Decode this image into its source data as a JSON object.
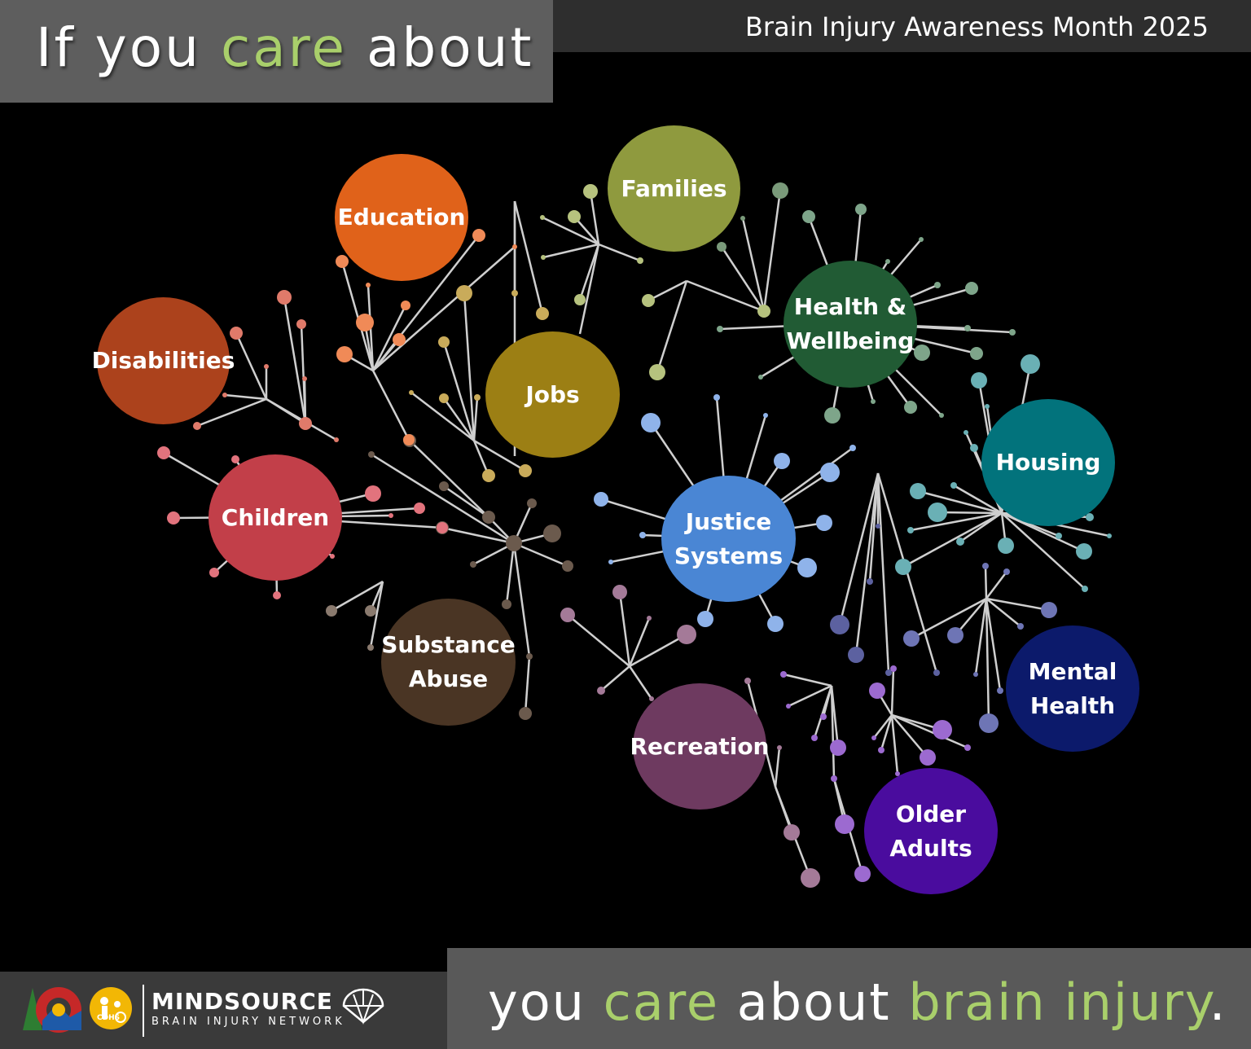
{
  "header": {
    "intro_1": "If you ",
    "intro_accent": "care",
    "intro_2": " about",
    "event": "Brain Injury Awareness Month 2025"
  },
  "topics": [
    {
      "key": "education",
      "label": "Education",
      "color": "#e0621a"
    },
    {
      "key": "families",
      "label": "Families",
      "color": "#8f9a3e"
    },
    {
      "key": "disabilities",
      "label": "Disabilities",
      "color": "#ac421c"
    },
    {
      "key": "jobs",
      "label": "Jobs",
      "color": "#9c7f14"
    },
    {
      "key": "health",
      "label": "Health &\nWellbeing",
      "color": "#215b34"
    },
    {
      "key": "housing",
      "label": "Housing",
      "color": "#02737c"
    },
    {
      "key": "children",
      "label": "Children",
      "color": "#c23f49"
    },
    {
      "key": "justice",
      "label": "Justice\nSystems",
      "color": "#4a86d4"
    },
    {
      "key": "substance",
      "label": "Substance\nAbuse",
      "color": "#4a3524"
    },
    {
      "key": "mental",
      "label": "Mental\nHealth",
      "color": "#0c1a6b"
    },
    {
      "key": "recreation",
      "label": "Recreation",
      "color": "#6e3a60"
    },
    {
      "key": "older",
      "label": "Older\nAdults",
      "color": "#4a0c9e"
    }
  ],
  "footer": {
    "tagline_1": "you ",
    "tagline_accent_1": "care",
    "tagline_2": " about ",
    "tagline_accent_2": "brain injury",
    "tagline_end": ".",
    "org_name": "MINDSOURCE",
    "org_sub": "BRAIN INJURY NETWORK",
    "cdhs": "CDHS"
  }
}
